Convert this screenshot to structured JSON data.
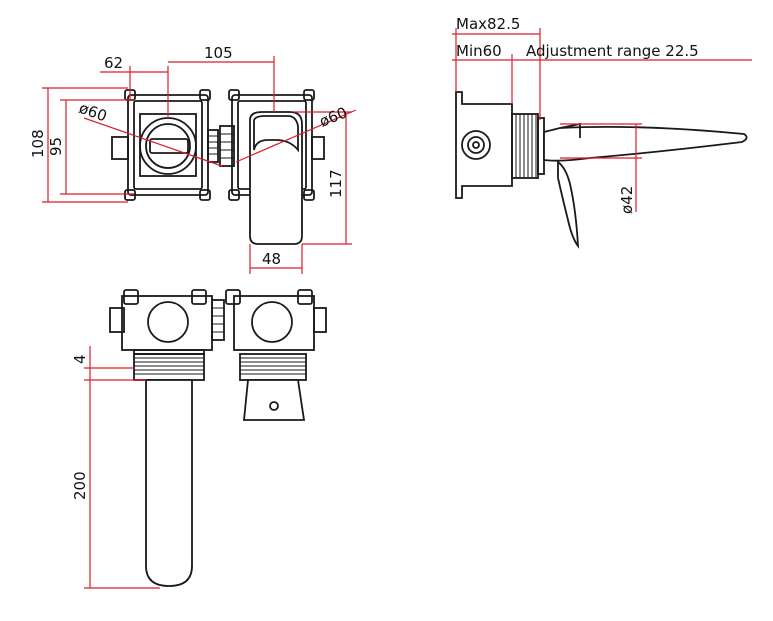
{
  "colors": {
    "dimension_line": "#d81e2a",
    "outline": "#1a1a1a",
    "background": "#ffffff"
  },
  "front_view": {
    "dim_62": "62",
    "dim_105": "105",
    "dim_108": "108",
    "dim_95": "95",
    "dia_60_left": "ø60",
    "dia_60_right": "ø60",
    "dim_117": "117",
    "dim_48": "48"
  },
  "side_view": {
    "max": "Max82.5",
    "min": "Min60",
    "adjustment": "Adjustment range 22.5",
    "dia_42": "ø42"
  },
  "bottom_view": {
    "dim_4": "4",
    "dim_200": "200"
  }
}
